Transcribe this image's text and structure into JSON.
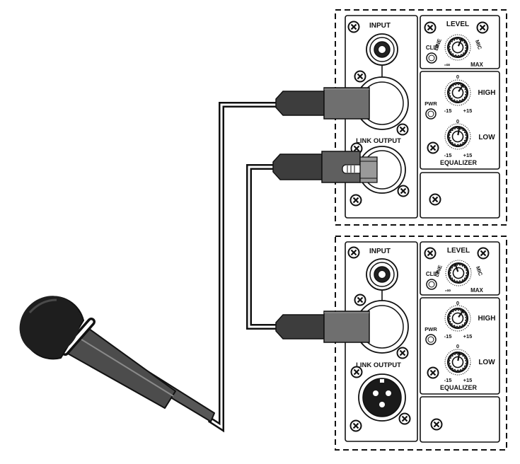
{
  "units": [
    {
      "input_label": "INPUT",
      "link_output_label": "LINK OUTPUT",
      "level_label": "LEVEL",
      "line_label": "LINE",
      "mic_label": "MIC",
      "clip_label": "CLIP",
      "level_min": "-∞",
      "level_max": "MAX",
      "pwr_label": "PWR",
      "high_label": "HIGH",
      "low_label": "LOW",
      "eq_min": "-15",
      "eq_max": "+15",
      "eq_zero": "0",
      "equalizer_label": "EQUALIZER"
    },
    {
      "input_label": "INPUT",
      "link_output_label": "LINK OUTPUT",
      "level_label": "LEVEL",
      "line_label": "LINE",
      "mic_label": "MIC",
      "clip_label": "CLIP",
      "level_min": "-∞",
      "level_max": "MAX",
      "pwr_label": "PWR",
      "high_label": "HIGH",
      "low_label": "LOW",
      "eq_min": "-15",
      "eq_max": "+15",
      "eq_zero": "0",
      "equalizer_label": "EQUALIZER"
    }
  ],
  "colors": {
    "line": "#111111",
    "connector_dark": "#3a3a3a",
    "connector_mid": "#6f6f6f",
    "cable_fill": "#ffffff",
    "mic_head": "#1c1c1c",
    "mic_body": "#555555"
  }
}
